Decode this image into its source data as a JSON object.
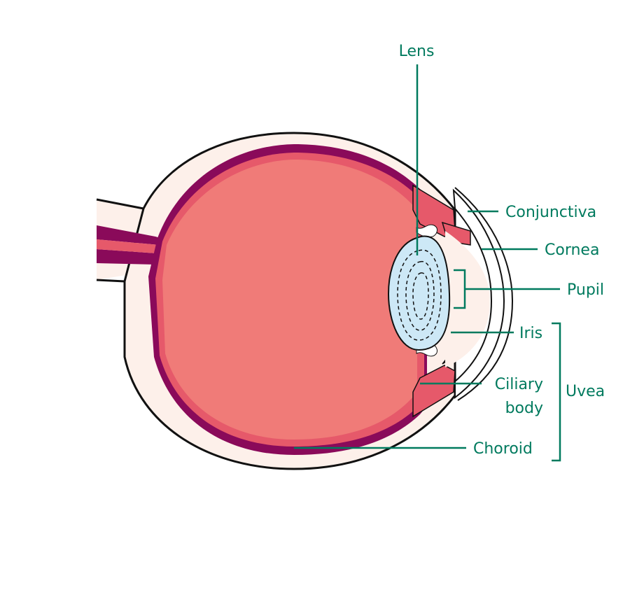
{
  "colors": {
    "label": "#007a5e",
    "sclera": "#fdf0ea",
    "outline": "#111111",
    "vitreous": "#f07b78",
    "choroid": "#8a0a5a",
    "retina": "#e6596a",
    "lens": "#cde8f6",
    "cornea": "#ffffff"
  },
  "labels": {
    "lens": "Lens",
    "conjunctiva": "Conjunctiva",
    "cornea": "Cornea",
    "pupil": "Pupil",
    "iris": "Iris",
    "ciliary_body_line1": "Ciliary",
    "ciliary_body_line2": "body",
    "uvea": "Uvea",
    "choroid": "Choroid"
  }
}
